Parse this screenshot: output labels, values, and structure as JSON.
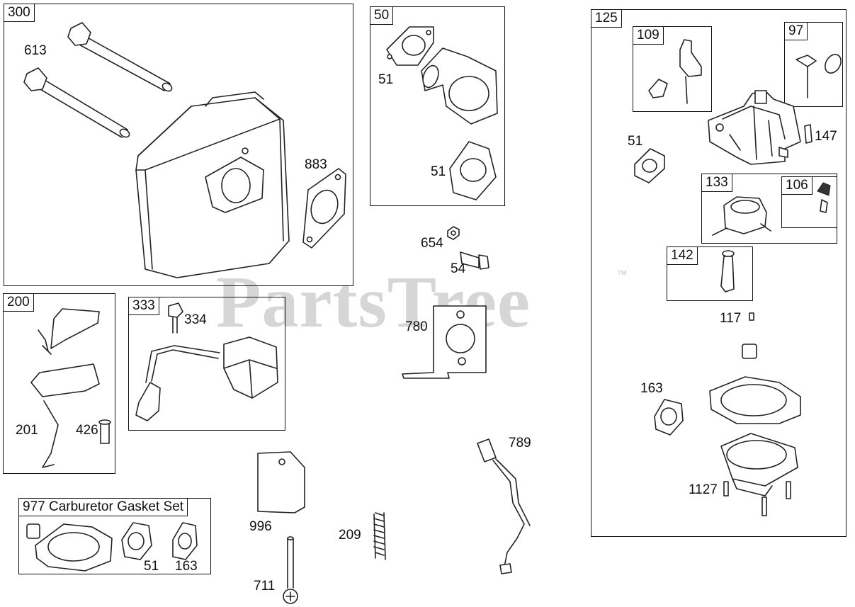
{
  "watermark": {
    "text": "PartsTree",
    "trademark": "™"
  },
  "groups": {
    "g300": "300",
    "g50": "50",
    "g125": "125",
    "g109": "109",
    "g97": "97",
    "g133": "133",
    "g106": "106",
    "g142": "142",
    "g200": "200",
    "g333": "333",
    "g977": "977 Carburetor Gasket Set"
  },
  "parts": {
    "p613": "613",
    "p883": "883",
    "p51a": "51",
    "p51b": "51",
    "p51c": "51",
    "p51d": "51",
    "p147": "147",
    "p654": "654",
    "p54": "54",
    "p780": "780",
    "p334": "334",
    "p201": "201",
    "p426": "426",
    "p117": "117",
    "p163a": "163",
    "p163b": "163",
    "p1127": "1127",
    "p789": "789",
    "p996": "996",
    "p209": "209",
    "p711": "711"
  }
}
